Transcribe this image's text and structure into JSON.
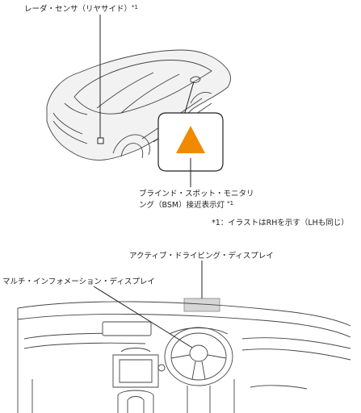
{
  "labels": {
    "radar_sensor": "レーダ・センサ（リヤサイド）",
    "radar_sensor_note": "*1",
    "bsm_line1": "ブラインド・スポット・モニタリ",
    "bsm_line2": "ング（BSM）接近表示灯",
    "bsm_note": "*1",
    "footnote": "*1：イラストはRHを示す（LHも同じ）",
    "active_driving_display": "アクティブ・ドライビング・ディスプレイ",
    "multi_info_display": "マルチ・インフォメーション・ディスプレイ"
  },
  "colors": {
    "bsm_indicator": "#F08A00",
    "display_fill": "#D6D6D6",
    "line": "#222222"
  }
}
